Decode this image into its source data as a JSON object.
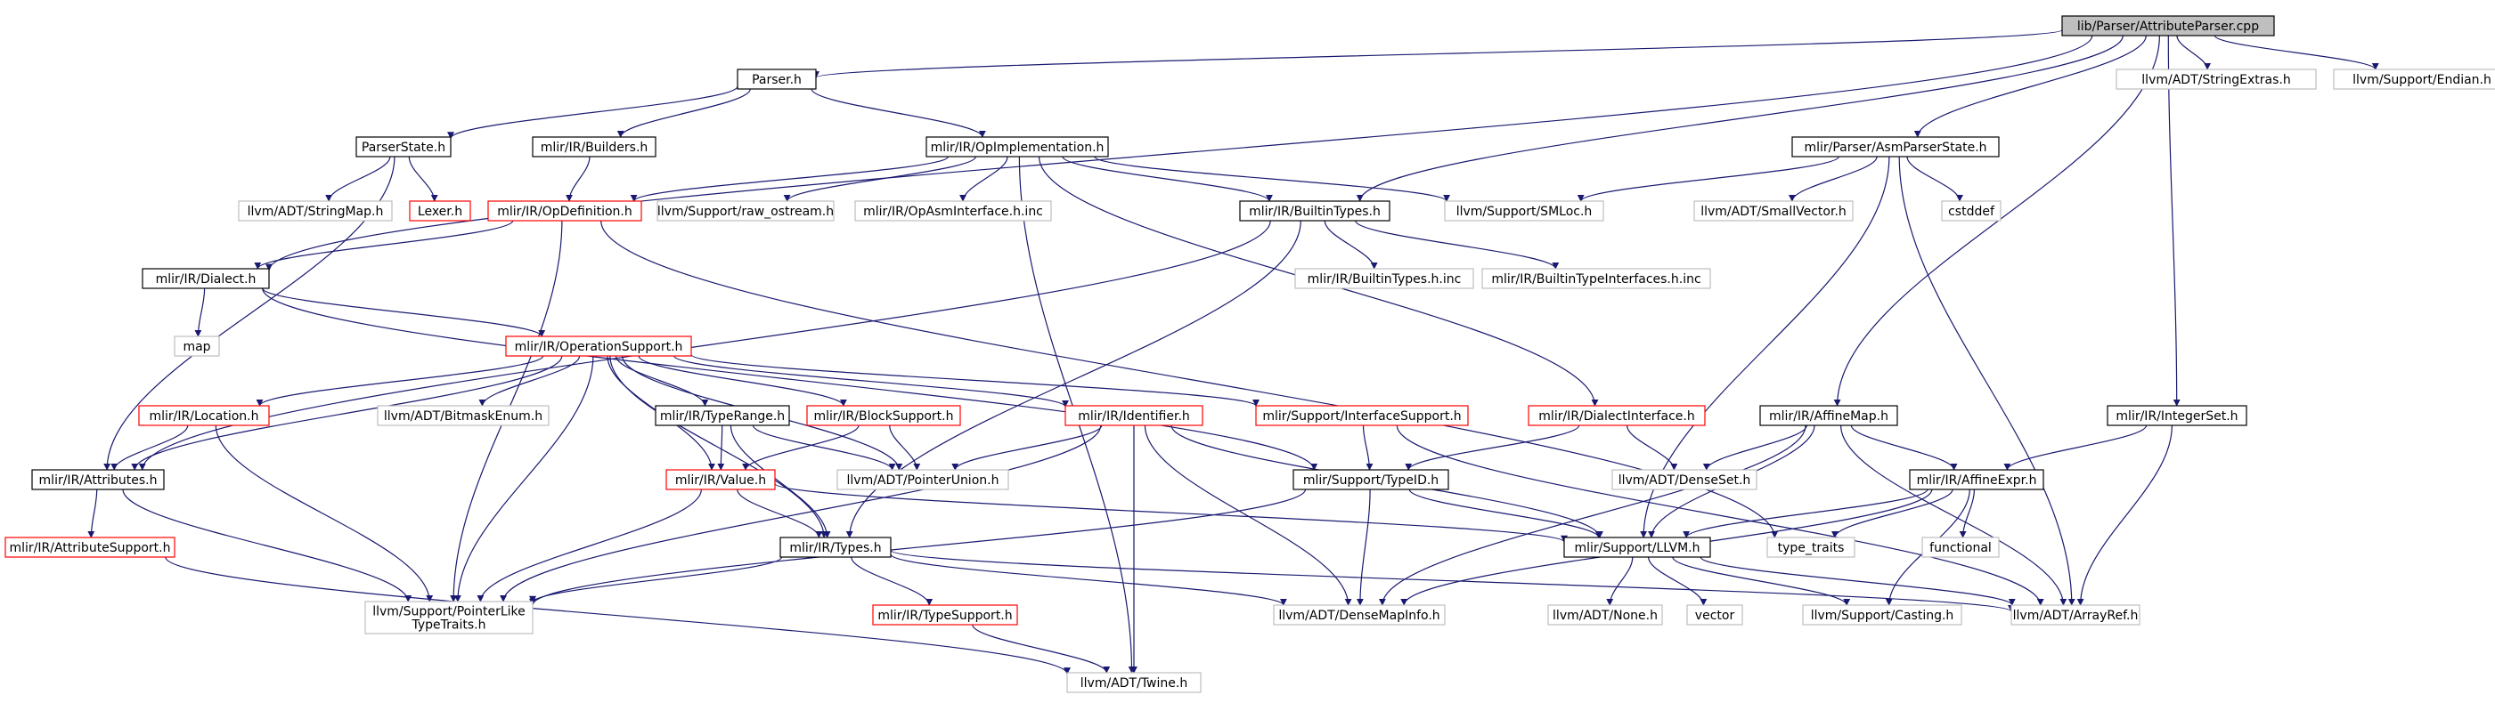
{
  "graph": {
    "colors": {
      "edge": "#191970",
      "box_black": "#000000",
      "box_red": "#ff0000",
      "box_grey": "#bfbfbf",
      "root_fill": "#bfbfbf",
      "text": "#000000"
    },
    "nodes": [
      {
        "id": "root",
        "label": "lib/Parser/AttributeParser.cpp",
        "style": "root"
      },
      {
        "id": "parser_h",
        "label": "Parser.h",
        "style": "black"
      },
      {
        "id": "stringextras",
        "label": "llvm/ADT/StringExtras.h",
        "style": "grey"
      },
      {
        "id": "endian",
        "label": "llvm/Support/Endian.h",
        "style": "grey"
      },
      {
        "id": "parserstate",
        "label": "ParserState.h",
        "style": "black"
      },
      {
        "id": "builders",
        "label": "mlir/IR/Builders.h",
        "style": "black"
      },
      {
        "id": "opimpl",
        "label": "mlir/IR/OpImplementation.h",
        "style": "black"
      },
      {
        "id": "asmparserstate",
        "label": "mlir/Parser/AsmParserState.h",
        "style": "black"
      },
      {
        "id": "stringmap",
        "label": "llvm/ADT/StringMap.h",
        "style": "grey"
      },
      {
        "id": "lexer",
        "label": "Lexer.h",
        "style": "red"
      },
      {
        "id": "opdef",
        "label": "mlir/IR/OpDefinition.h",
        "style": "red"
      },
      {
        "id": "rawostream",
        "label": "llvm/Support/raw_ostream.h",
        "style": "grey"
      },
      {
        "id": "opasminc",
        "label": "mlir/IR/OpAsmInterface.h.inc",
        "style": "grey"
      },
      {
        "id": "builtintypes",
        "label": "mlir/IR/BuiltinTypes.h",
        "style": "black"
      },
      {
        "id": "smloc",
        "label": "llvm/Support/SMLoc.h",
        "style": "grey"
      },
      {
        "id": "smallvector",
        "label": "llvm/ADT/SmallVector.h",
        "style": "grey"
      },
      {
        "id": "cstddef",
        "label": "cstddef",
        "style": "grey"
      },
      {
        "id": "dialect",
        "label": "mlir/IR/Dialect.h",
        "style": "black"
      },
      {
        "id": "builtintypesinc",
        "label": "mlir/IR/BuiltinTypes.h.inc",
        "style": "grey"
      },
      {
        "id": "builtintypeifinc",
        "label": "mlir/IR/BuiltinTypeInterfaces.h.inc",
        "style": "grey"
      },
      {
        "id": "map",
        "label": "map",
        "style": "grey"
      },
      {
        "id": "opsupport",
        "label": "mlir/IR/OperationSupport.h",
        "style": "red"
      },
      {
        "id": "location",
        "label": "mlir/IR/Location.h",
        "style": "red"
      },
      {
        "id": "bitmaskenum",
        "label": "llvm/ADT/BitmaskEnum.h",
        "style": "grey"
      },
      {
        "id": "typerange",
        "label": "mlir/IR/TypeRange.h",
        "style": "black"
      },
      {
        "id": "blocksupport",
        "label": "mlir/IR/BlockSupport.h",
        "style": "red"
      },
      {
        "id": "identifier",
        "label": "mlir/IR/Identifier.h",
        "style": "red"
      },
      {
        "id": "interfacesupport",
        "label": "mlir/Support/InterfaceSupport.h",
        "style": "red"
      },
      {
        "id": "dialectinterface",
        "label": "mlir/IR/DialectInterface.h",
        "style": "red"
      },
      {
        "id": "affinemap",
        "label": "mlir/IR/AffineMap.h",
        "style": "black"
      },
      {
        "id": "integerset",
        "label": "mlir/IR/IntegerSet.h",
        "style": "black"
      },
      {
        "id": "attributes",
        "label": "mlir/IR/Attributes.h",
        "style": "black"
      },
      {
        "id": "value",
        "label": "mlir/IR/Value.h",
        "style": "red"
      },
      {
        "id": "pointerunion",
        "label": "llvm/ADT/PointerUnion.h",
        "style": "grey"
      },
      {
        "id": "typeid",
        "label": "mlir/Support/TypeID.h",
        "style": "black"
      },
      {
        "id": "denseset",
        "label": "llvm/ADT/DenseSet.h",
        "style": "grey"
      },
      {
        "id": "affineexpr",
        "label": "mlir/IR/AffineExpr.h",
        "style": "black"
      },
      {
        "id": "attrsupport",
        "label": "mlir/IR/AttributeSupport.h",
        "style": "red"
      },
      {
        "id": "types",
        "label": "mlir/IR/Types.h",
        "style": "black"
      },
      {
        "id": "llvmh",
        "label": "mlir/Support/LLVM.h",
        "style": "black"
      },
      {
        "id": "typetraits",
        "label": "type_traits",
        "style": "grey"
      },
      {
        "id": "functional",
        "label": "functional",
        "style": "grey"
      },
      {
        "id": "pointerlike",
        "label": "llvm/Support/PointerLike\nTypeTraits.h",
        "style": "grey"
      },
      {
        "id": "typesupport",
        "label": "mlir/IR/TypeSupport.h",
        "style": "red"
      },
      {
        "id": "densemapinfo",
        "label": "llvm/ADT/DenseMapInfo.h",
        "style": "grey"
      },
      {
        "id": "none",
        "label": "llvm/ADT/None.h",
        "style": "grey"
      },
      {
        "id": "vector",
        "label": "vector",
        "style": "grey"
      },
      {
        "id": "casting",
        "label": "llvm/Support/Casting.h",
        "style": "grey"
      },
      {
        "id": "arrayref",
        "label": "llvm/ADT/ArrayRef.h",
        "style": "grey"
      },
      {
        "id": "twine",
        "label": "llvm/ADT/Twine.h",
        "style": "grey"
      }
    ],
    "edges": [
      [
        "root",
        "parser_h"
      ],
      [
        "root",
        "stringextras"
      ],
      [
        "root",
        "endian"
      ],
      [
        "root",
        "asmparserstate"
      ],
      [
        "root",
        "builtintypes"
      ],
      [
        "root",
        "dialect"
      ],
      [
        "root",
        "affinemap"
      ],
      [
        "root",
        "integerset"
      ],
      [
        "parser_h",
        "parserstate"
      ],
      [
        "parser_h",
        "builders"
      ],
      [
        "parser_h",
        "opimpl"
      ],
      [
        "parserstate",
        "stringmap"
      ],
      [
        "parserstate",
        "lexer"
      ],
      [
        "parserstate",
        "attributes"
      ],
      [
        "builders",
        "opdef"
      ],
      [
        "opimpl",
        "opdef"
      ],
      [
        "opimpl",
        "rawostream"
      ],
      [
        "opimpl",
        "opasminc"
      ],
      [
        "opimpl",
        "builtintypes"
      ],
      [
        "opimpl",
        "smloc"
      ],
      [
        "opimpl",
        "dialectinterface"
      ],
      [
        "opimpl",
        "twine"
      ],
      [
        "asmparserstate",
        "smloc"
      ],
      [
        "asmparserstate",
        "smallvector"
      ],
      [
        "asmparserstate",
        "cstddef"
      ],
      [
        "asmparserstate",
        "llvmh"
      ],
      [
        "asmparserstate",
        "arrayref"
      ],
      [
        "opdef",
        "dialect"
      ],
      [
        "opdef",
        "pointerlike"
      ],
      [
        "opdef",
        "typetraits"
      ],
      [
        "builtintypes",
        "builtintypesinc"
      ],
      [
        "builtintypes",
        "builtintypeifinc"
      ],
      [
        "builtintypes",
        "attributes"
      ],
      [
        "builtintypes",
        "types"
      ],
      [
        "dialect",
        "map"
      ],
      [
        "dialect",
        "opsupport"
      ],
      [
        "dialect",
        "typeid"
      ],
      [
        "opsupport",
        "location"
      ],
      [
        "opsupport",
        "bitmaskenum"
      ],
      [
        "opsupport",
        "typerange"
      ],
      [
        "opsupport",
        "blocksupport"
      ],
      [
        "opsupport",
        "identifier"
      ],
      [
        "opsupport",
        "interfacesupport"
      ],
      [
        "opsupport",
        "attributes"
      ],
      [
        "opsupport",
        "value"
      ],
      [
        "opsupport",
        "pointerunion"
      ],
      [
        "opsupport",
        "pointerlike"
      ],
      [
        "opsupport",
        "types"
      ],
      [
        "location",
        "attributes"
      ],
      [
        "location",
        "pointerlike"
      ],
      [
        "typerange",
        "value"
      ],
      [
        "typerange",
        "pointerunion"
      ],
      [
        "typerange",
        "types"
      ],
      [
        "blocksupport",
        "value"
      ],
      [
        "blocksupport",
        "pointerunion"
      ],
      [
        "identifier",
        "pointerunion"
      ],
      [
        "identifier",
        "llvmh"
      ],
      [
        "identifier",
        "densemapinfo"
      ],
      [
        "identifier",
        "pointerlike"
      ],
      [
        "identifier",
        "twine"
      ],
      [
        "interfacesupport",
        "typeid"
      ],
      [
        "interfacesupport",
        "arrayref"
      ],
      [
        "dialectinterface",
        "denseset"
      ],
      [
        "dialectinterface",
        "typeid"
      ],
      [
        "affinemap",
        "affineexpr"
      ],
      [
        "affinemap",
        "denseset"
      ],
      [
        "affinemap",
        "llvmh"
      ],
      [
        "affinemap",
        "arrayref"
      ],
      [
        "affinemap",
        "densemapinfo"
      ],
      [
        "integerset",
        "affineexpr"
      ],
      [
        "integerset",
        "arrayref"
      ],
      [
        "attributes",
        "attrsupport"
      ],
      [
        "attributes",
        "pointerlike"
      ],
      [
        "value",
        "types"
      ],
      [
        "value",
        "pointerlike"
      ],
      [
        "value",
        "llvmh"
      ],
      [
        "typeid",
        "llvmh"
      ],
      [
        "typeid",
        "densemapinfo"
      ],
      [
        "typeid",
        "pointerlike"
      ],
      [
        "affineexpr",
        "llvmh"
      ],
      [
        "affineexpr",
        "typetraits"
      ],
      [
        "affineexpr",
        "functional"
      ],
      [
        "affineexpr",
        "casting"
      ],
      [
        "affineexpr",
        "densemapinfo"
      ],
      [
        "attrsupport",
        "twine"
      ],
      [
        "types",
        "pointerlike"
      ],
      [
        "types",
        "typesupport"
      ],
      [
        "types",
        "densemapinfo"
      ],
      [
        "types",
        "arrayref"
      ],
      [
        "typesupport",
        "twine"
      ],
      [
        "llvmh",
        "none"
      ],
      [
        "llvmh",
        "vector"
      ],
      [
        "llvmh",
        "casting"
      ],
      [
        "llvmh",
        "arrayref"
      ]
    ]
  }
}
